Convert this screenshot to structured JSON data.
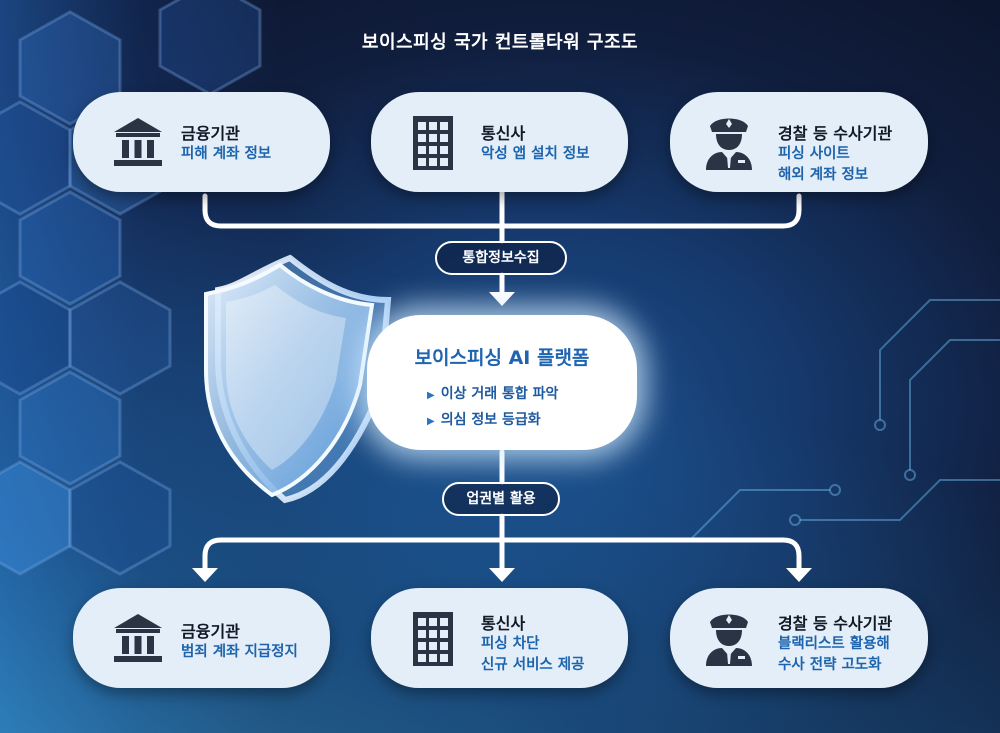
{
  "title": "보이스피싱 국가 컨트롤타워 구조도",
  "top_cards": [
    {
      "icon": "bank-icon",
      "name": "금융기관",
      "lines": [
        "피해 계좌 정보"
      ]
    },
    {
      "icon": "building-icon",
      "name": "통신사",
      "lines": [
        "악성 앱 설치 정보"
      ]
    },
    {
      "icon": "police-icon",
      "name": "경찰 등 수사기관",
      "lines": [
        "피싱 사이트",
        "해외 계좌 정보"
      ]
    }
  ],
  "collect_label": "통합정보수집",
  "platform": {
    "title": "보이스피싱 AI 플랫폼",
    "items": [
      "이상 거래 통합 파악",
      "의심 정보 등급화"
    ]
  },
  "use_label": "업권별 활용",
  "bottom_cards": [
    {
      "icon": "bank-icon",
      "name": "금융기관",
      "lines": [
        "범죄 계좌 지급정지"
      ]
    },
    {
      "icon": "building-icon",
      "name": "통신사",
      "lines": [
        "피싱 차단",
        "신규 서비스 제공"
      ]
    },
    {
      "icon": "police-icon",
      "name": "경찰 등 수사기관",
      "lines": [
        "블랙리스트 활용해",
        "수사 전략 고도화"
      ]
    }
  ],
  "colors": {
    "card_bg": "#e3eef8",
    "accent_blue": "#1d64ad",
    "icon_dark": "#2b3444",
    "connector": "#ffffff"
  }
}
